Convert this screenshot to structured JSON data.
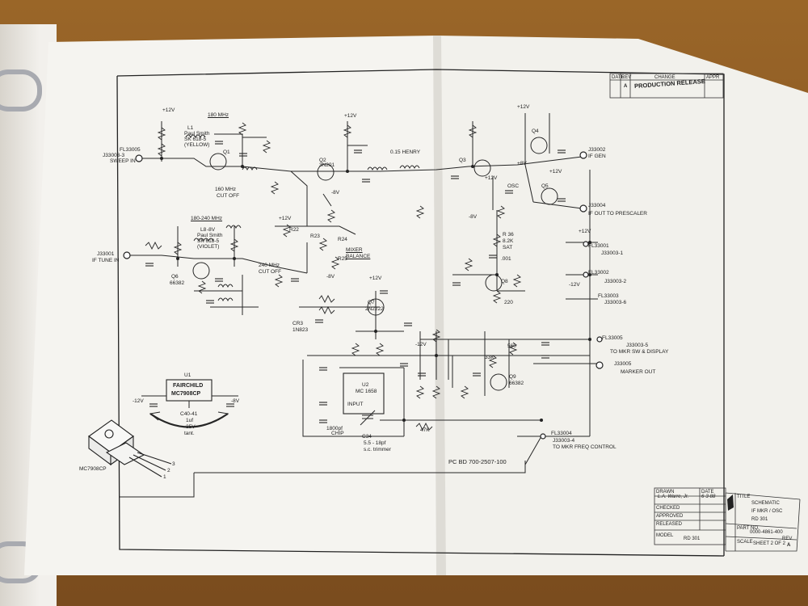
{
  "revision_block": {
    "headers": [
      "DATE",
      "REV",
      "CHANGE",
      "APPR"
    ],
    "entry": "PRODUCTION RELEASE",
    "rev": "A"
  },
  "sections": {
    "osc_180": "180 MHz",
    "osc_180_240": "180-240 MHz",
    "filter_1": "160 MHz",
    "filter_1b": "CUT OFF",
    "filter_2": "240 MHz",
    "filter_2b": "CUT OFF",
    "mixer": "MIXER",
    "mixer_b": "BALANCE",
    "chip": "CHIP",
    "trimmer_a": "5.5 - 18pf",
    "trimmer_b": "s.c. trimmer",
    "pc_board": "PC BD 700-2507-100"
  },
  "regulator": {
    "maker": "FAIRCHILD",
    "part": "MC7908CP",
    "ref": "U1",
    "cap_ref": "C40-41",
    "cap_val1": "1uf",
    "cap_val2": "35V",
    "cap_val3": "tant.",
    "in_v": "-12V",
    "out_v": "-8V",
    "pkg_label": "MC7908CP",
    "pins": [
      "1",
      "2",
      "3"
    ]
  },
  "ic": {
    "ref": "U2",
    "part": "MC 1658",
    "input": "INPUT"
  },
  "connectors": {
    "if_tune_in_ref": "J33001",
    "if_tune_in": "IF TUNE IN",
    "sweep_in_ref": "J33003-3",
    "sweep_in": "SWEEP IN",
    "fl_in": "FL33005",
    "if_gen_ref": "J33002",
    "if_gen": "IF GEN",
    "prescaler_ref": "J33004",
    "prescaler": "IF OUT TO PRESCALER",
    "j1_ref": "J33003-1",
    "j2_ref": "J33003-2",
    "j6_ref": "J33003-6",
    "mkr_sw_ref": "J33003-5",
    "mkr_sw": "TO MKR SW & DISPLAY",
    "marker_ref": "J33005",
    "marker_out": "MARKER OUT",
    "freq_ctl_ref": "J33003-4",
    "freq_ctl": "TO MKR FREQ CONTROL",
    "fl_1": "FL33001",
    "fl_2": "FL33002",
    "fl_3": "FL33003",
    "fl_4": "FL33004",
    "fl_5": "FL33005"
  },
  "transistors": [
    "Q1",
    "Q2",
    "Q3",
    "Q4",
    "Q5",
    "Q6",
    "Q7",
    "Q8",
    "Q9"
  ],
  "transistor_parts": {
    "q2": "3N201",
    "q7": "2N2222",
    "q6": "66382",
    "q9": "66382"
  },
  "supplies": {
    "p12": "+12V",
    "n12": "-12V",
    "n8": "-8V",
    "p8": "+8V"
  },
  "labels": {
    "r36": "R 36",
    "r36_val": "8.2K",
    "sat": "SAT",
    "osc": "OSC",
    "r39": "220",
    "r40": "33K",
    "r41": "560",
    "r33": "47K",
    "c43": "1800pf",
    "c34": "C34",
    "r22": "R22",
    "r23": "R23",
    "r24": "R24",
    "r25": "R25",
    "c27": ".001",
    "cr3": "CR3",
    "cr3_part": "1N823",
    "l8": "L8",
    "l8_part": "Paul Smith",
    "l8_part2": "SK 618-5",
    "l8_part3": "(VIOLET)",
    "l1": "L1",
    "l1_part": "Paul Smith",
    "l1_part2": "SK 618-5",
    "l1_part3": "(YELLOW)",
    "coil": "0.15 HENRY"
  },
  "title_block": {
    "drawn": "DRAWN",
    "drawn_by": "L.A. Warre, Jr.",
    "checked": "CHECKED",
    "approved": "APPROVED",
    "released": "RELEASED",
    "date": "DATE",
    "date_val": "6-3-88",
    "title_label": "TITLE",
    "title_1": "SCHEMATIC",
    "title_2": "IF MKR / OSC",
    "title_3": "RD 301",
    "part_no_label": "PART NO.",
    "part_no": "0000-4861-400",
    "model_label": "MODEL",
    "model": "RD 301",
    "scale_label": "SCALE",
    "sheet": "SHEET 2 OF 2",
    "rev_label": "REV",
    "rev": "A"
  }
}
